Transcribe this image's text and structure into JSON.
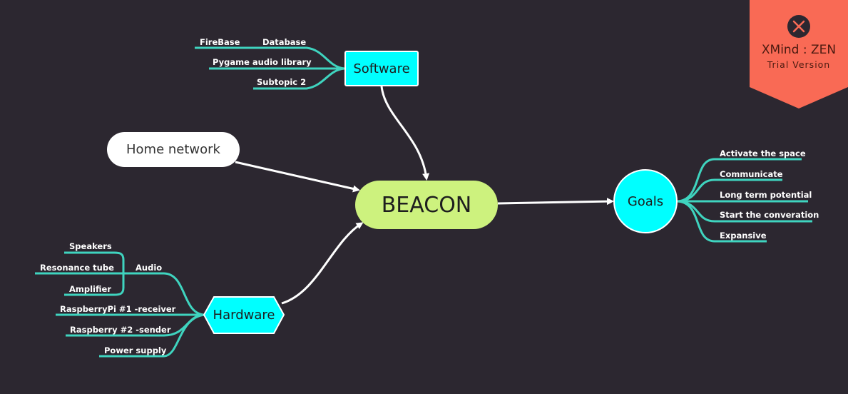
{
  "colors": {
    "background": "#2c2730",
    "connector": "#3fd4bf",
    "main_arrow": "#ffffff",
    "central_fill": "#cdf27e",
    "topic_fill": "#00ffff",
    "badge_fill": "#f96a55"
  },
  "central": {
    "label": "BEACON"
  },
  "topics": {
    "software": "Software",
    "home_network": "Home network",
    "hardware": "Hardware",
    "goals": "Goals"
  },
  "software_subtopics": {
    "firebase": "FireBase",
    "database": "Database",
    "pygame": "Pygame audio library",
    "subtopic2": "Subtopic 2"
  },
  "hardware_subtopics": {
    "speakers": "Speakers",
    "resonance": "Resonance tube",
    "amplifier": "Amplifier",
    "audio": "Audio",
    "rpi1": "RaspberryPi #1 -receiver",
    "rpi2": "Raspberry #2 -sender",
    "power": "Power supply"
  },
  "goals_subtopics": [
    "Activate the space",
    "Communicate",
    "Long term potential",
    "Start the converation",
    "Expansive"
  ],
  "badge": {
    "icon": "xmind-logo-icon",
    "brand": "XMind : ZEN",
    "subtitle": "Trial Version"
  }
}
